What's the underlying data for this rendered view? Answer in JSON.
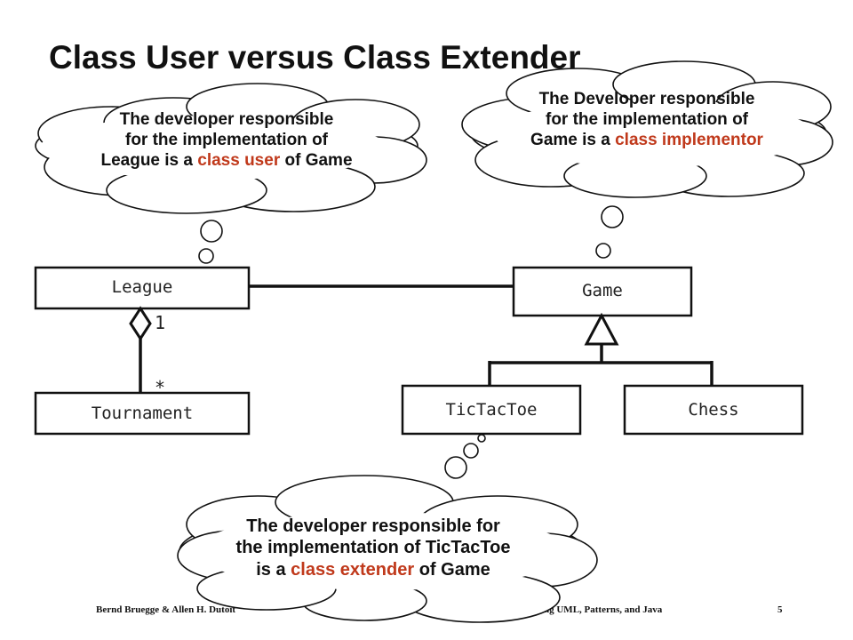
{
  "title": "Class User versus Class Extender",
  "classes": {
    "league": "League",
    "game": "Game",
    "tournament": "Tournament",
    "tictactoe": "TicTacToe",
    "chess": "Chess"
  },
  "multiplicity": {
    "league_end": "1",
    "tournament_end": "*"
  },
  "clouds": {
    "user": {
      "line1": "The developer responsible",
      "line2": "for the implementation of",
      "line3_pre": "League is a ",
      "line3_hl": "class user",
      "line3_post": " of Game"
    },
    "implementor": {
      "line1": "The Developer responsible",
      "line2": "for the implementation  of",
      "line3_pre": "Game is a ",
      "line3_hl": "class implementor"
    },
    "extender": {
      "line1": "The developer responsible for",
      "line2": "the implementation of  TicTacToe",
      "line3_pre": "is a ",
      "line3_hl": "class extender",
      "line3_post": " of Game"
    }
  },
  "footer": {
    "authors": "Bernd Bruegge & Allen H. Dutoit",
    "book_fragment": "ng UML, Patterns, and Java",
    "page": "5"
  },
  "colors": {
    "highlight": "#c0391b",
    "ink": "#111111"
  }
}
